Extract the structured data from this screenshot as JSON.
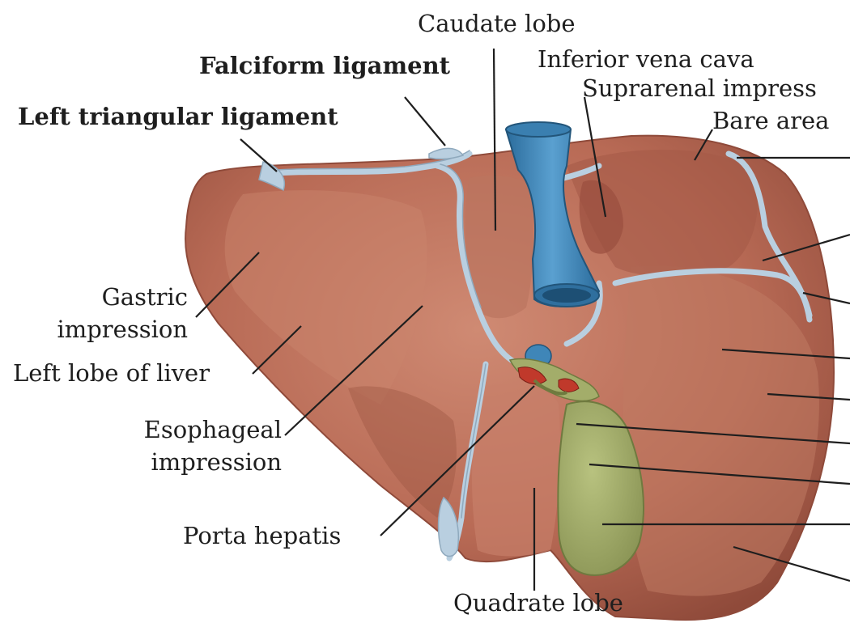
{
  "labels": {
    "caudate_lobe": "Caudate lobe",
    "falciform_ligament": "Falciform ligament",
    "inferior_vena_cava": "Inferior vena cava",
    "suprarenal_impression": "Suprarenal impress",
    "bare_area": "Bare area",
    "left_triangular_ligament": "Left triangular ligament",
    "gastric_impression_1": "Gastric",
    "gastric_impression_2": "impression",
    "left_lobe_of_liver": "Left lobe of liver",
    "esophageal_impression_1": "Esophageal",
    "esophageal_impression_2": "impression",
    "porta_hepatis": "Porta hepatis",
    "quadrate_lobe": "Quadrate lobe"
  },
  "colors": {
    "liver": "#b86a55",
    "liver_shadow": "#8f4a3a",
    "liver_highlight": "#cf8a73",
    "ligament": "#b9cfe0",
    "vena_cava": "#3f86b8",
    "gallbladder": "#a3ad6a",
    "leader_line": "#1e1e1e"
  }
}
